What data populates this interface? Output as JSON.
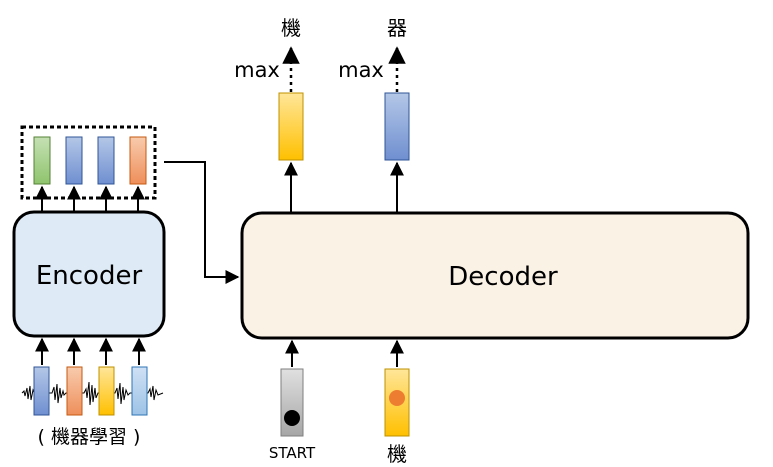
{
  "encoder": {
    "label": "Encoder"
  },
  "decoder": {
    "label": "Decoder"
  },
  "input": {
    "caption": "( 機器學習 )"
  },
  "outputs": [
    {
      "token": "機",
      "op": "max"
    },
    {
      "token": "器",
      "op": "max"
    }
  ],
  "decoder_inputs": [
    {
      "label": "START"
    },
    {
      "label": "機"
    }
  ],
  "colors": {
    "green": "#a9d18e",
    "blue": "#8faadc",
    "orange": "#f4b183",
    "yellow": "#ffd966",
    "gray": "#bfbfbf",
    "encoder_fill": "#deebf7",
    "decoder_fill": "#fbf2e6",
    "dot_orange": "#ed7d31"
  }
}
